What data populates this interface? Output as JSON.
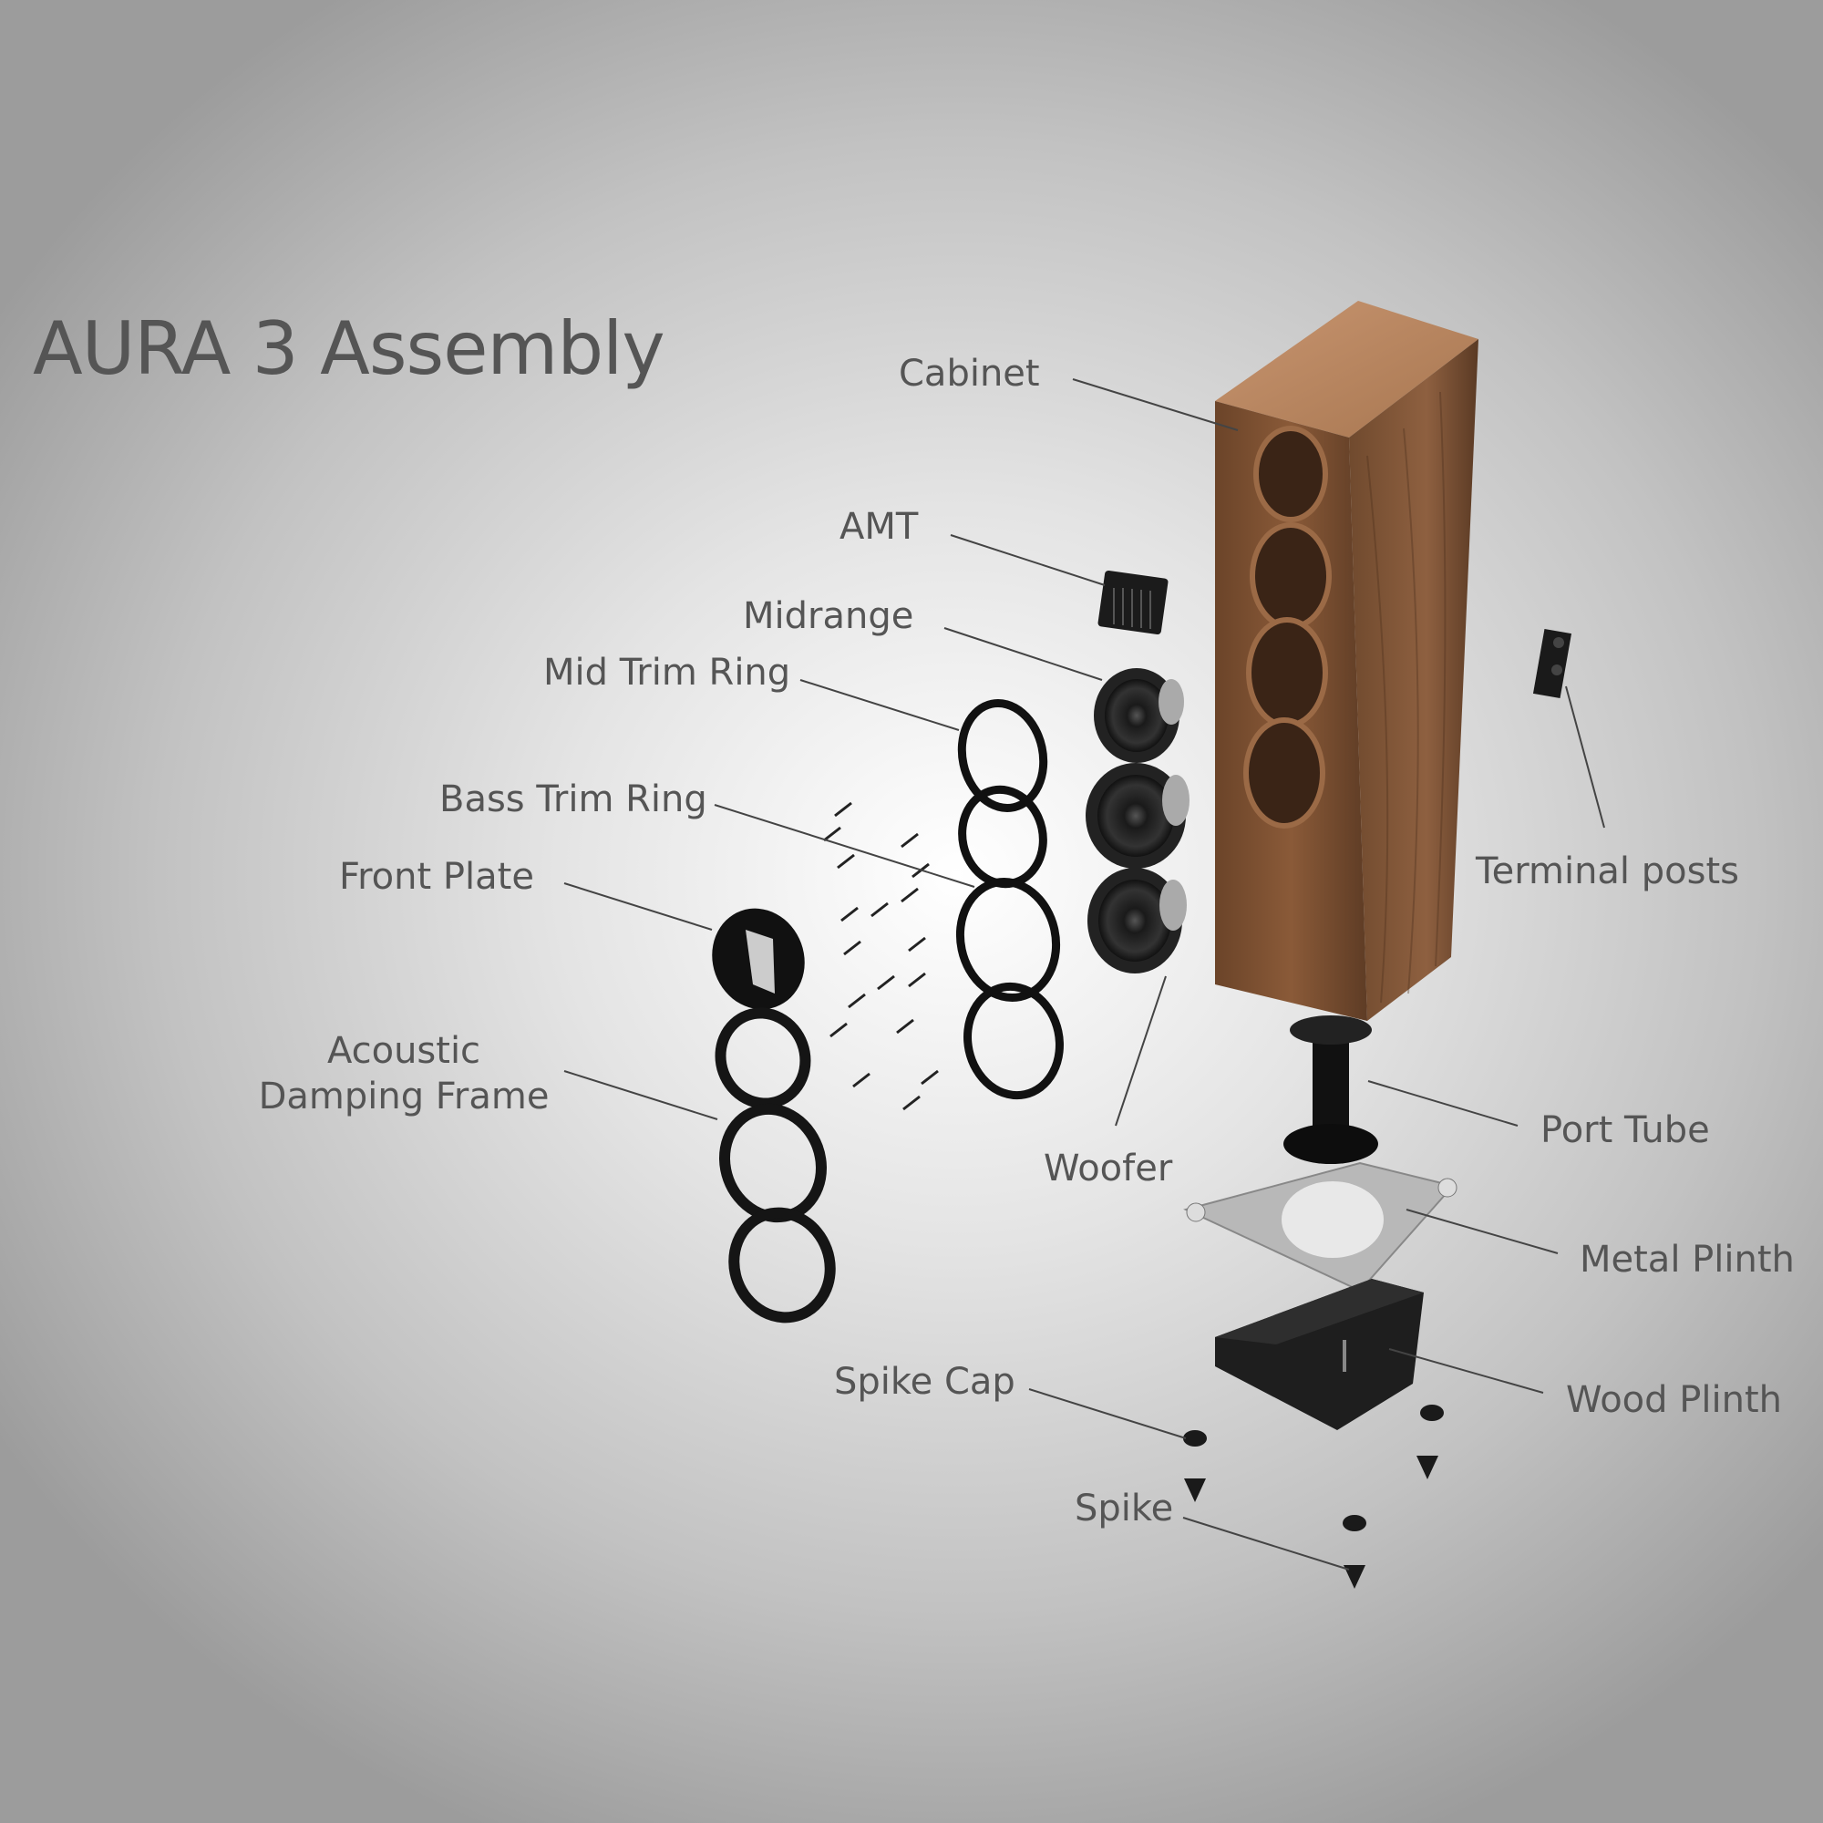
{
  "title": "AURA 3 Assembly",
  "labels": {
    "cabinet": "Cabinet",
    "amt": "AMT",
    "midrange": "Midrange",
    "mid_trim_ring": "Mid Trim Ring",
    "bass_trim_ring": "Bass Trim Ring",
    "front_plate": "Front Plate",
    "acoustic_damping_frame_line1": "Acoustic",
    "acoustic_damping_frame_line2": "Damping Frame",
    "woofer": "Woofer",
    "terminal_posts": "Terminal posts",
    "port_tube": "Port Tube",
    "metal_plinth": "Metal Plinth",
    "wood_plinth": "Wood Plinth",
    "spike_cap": "Spike Cap",
    "spike": "Spike"
  },
  "colors": {
    "wood_dark": "#5a3a24",
    "wood_light": "#a06a45",
    "label": "#555555",
    "line": "#444444"
  }
}
